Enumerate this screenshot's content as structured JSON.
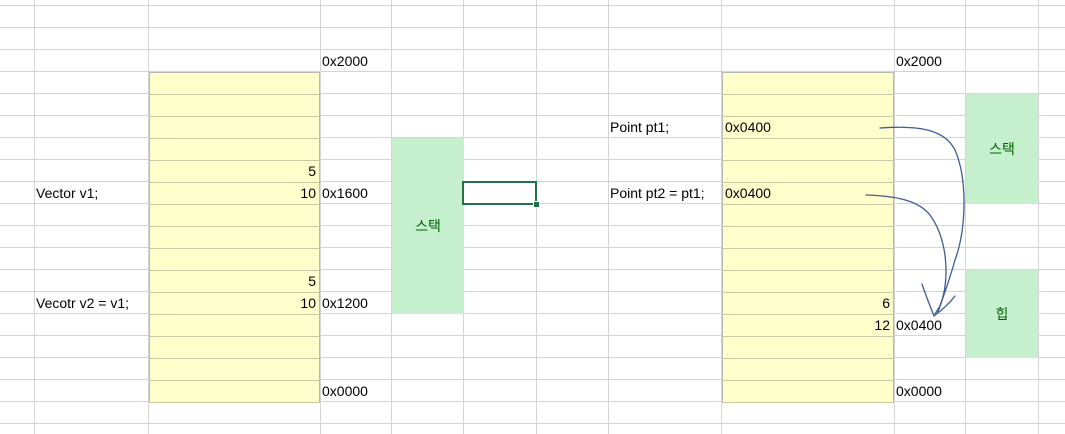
{
  "left": {
    "address_top": "0x2000",
    "v1_label": "Vector v1;",
    "v1_val1": "5",
    "v1_val2": "10",
    "v1_addr": "0x1600",
    "v2_label": "Vecotr v2 = v1;",
    "v2_val1": "5",
    "v2_val2": "10",
    "v2_addr": "0x1200",
    "address_bottom": "0x0000",
    "stack_label": "스택"
  },
  "right": {
    "address_top": "0x2000",
    "pt1_label": "Point pt1;",
    "pt1_value": "0x0400",
    "pt2_label": "Point pt2 = pt1;",
    "pt2_value": "0x0400",
    "heap_val1": "6",
    "heap_val2": "12",
    "heap_addr": "0x0400",
    "address_bottom": "0x0000",
    "stack_label": "스택",
    "heap_label": "힙"
  },
  "colors": {
    "memory_fill": "#ffffcc",
    "block_fill": "#c6efce",
    "block_text": "#006100",
    "selection": "#217346",
    "ink": "#3f5b9a"
  }
}
